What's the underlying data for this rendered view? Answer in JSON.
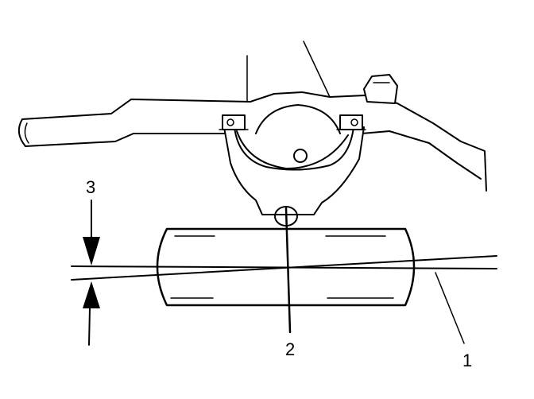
{
  "figure": {
    "callouts": [
      {
        "label": "1"
      },
      {
        "label": "2"
      },
      {
        "label": "3"
      }
    ],
    "colors": {
      "ink": "#000000",
      "background": "#ffffff"
    }
  }
}
